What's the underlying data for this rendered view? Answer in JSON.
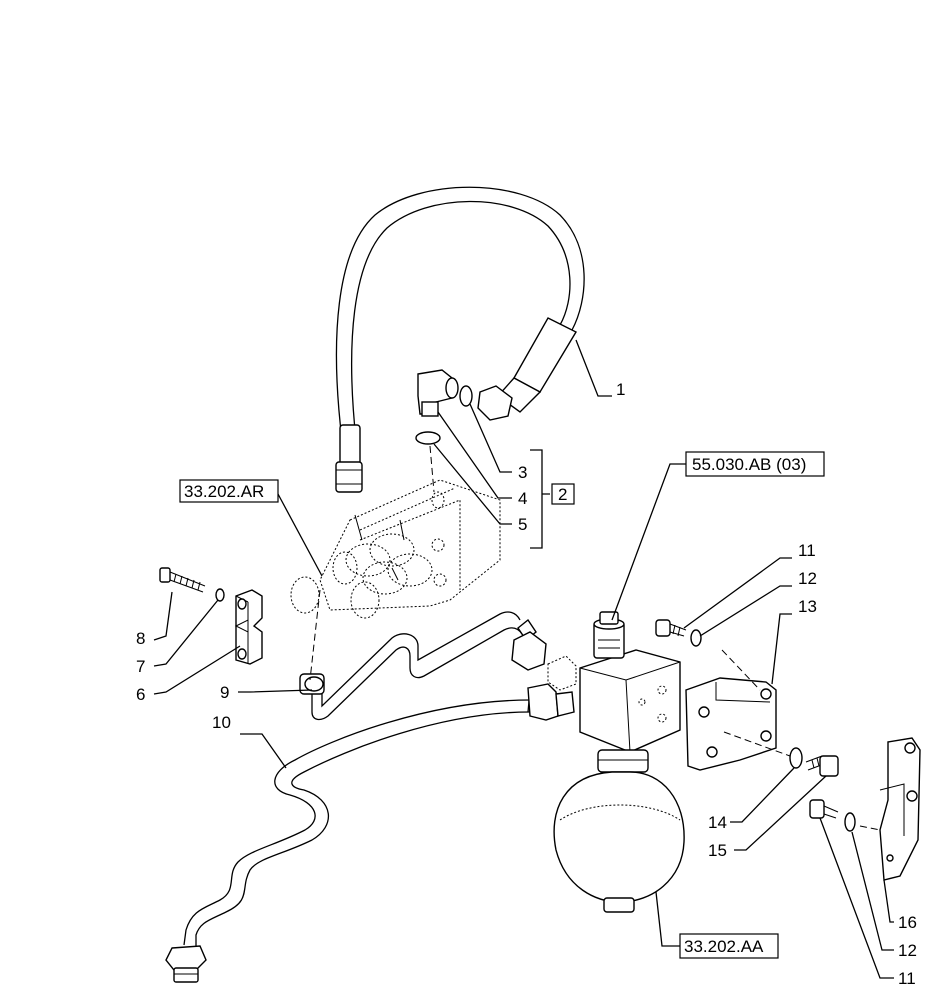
{
  "callouts": {
    "c1": "1",
    "c2": "2",
    "c3": "3",
    "c4": "4",
    "c5": "5",
    "c6": "6",
    "c7": "7",
    "c8": "8",
    "c9": "9",
    "c10": "10",
    "c11a": "11",
    "c12a": "12",
    "c13": "13",
    "c14": "14",
    "c15": "15",
    "c16": "16",
    "c12b": "12",
    "c11b": "11"
  },
  "references": {
    "ref_ar": "33.202.AR",
    "ref_ab": "55.030.AB (03)",
    "ref_aa": "33.202.AA"
  }
}
